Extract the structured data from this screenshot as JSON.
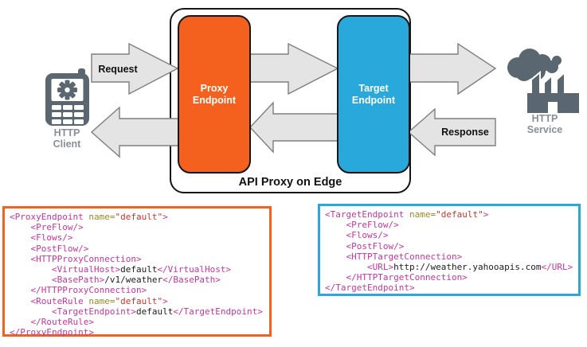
{
  "colors": {
    "proxy_orange": "#F4611E",
    "target_blue": "#29A8DC",
    "icon_slate": "#5A6670",
    "arrow_fill": "#E4E4E4",
    "arrow_stroke": "#7E7E7E",
    "icon_label_gray": "#8A8F96",
    "xml_tag": "#C8359E",
    "xml_attr_name": "#998A22",
    "xml_attr_value": "#C6392C"
  },
  "diagram": {
    "container_label": "API Proxy on Edge",
    "request_label": "Request",
    "response_label": "Response",
    "client": {
      "line1": "HTTP",
      "line2": "Client"
    },
    "service": {
      "line1": "HTTP",
      "line2": "Service"
    },
    "proxy_endpoint": {
      "line1": "Proxy",
      "line2": "Endpoint"
    },
    "target_endpoint": {
      "line1": "Target",
      "line2": "Endpoint"
    }
  },
  "code_boxes": [
    {
      "id": "proxy-endpoint-xml",
      "accent": "#F4611E",
      "lines": [
        [
          {
            "c": "tag",
            "t": "<ProxyEndpoint"
          },
          {
            "c": "attr",
            "t": " name="
          },
          {
            "c": "val",
            "t": "\"default\""
          },
          {
            "c": "tag",
            "t": ">"
          }
        ],
        [
          {
            "c": "tag",
            "t": "    <PreFlow/>"
          }
        ],
        [
          {
            "c": "tag",
            "t": "    <Flows/>"
          }
        ],
        [
          {
            "c": "tag",
            "t": "    <PostFlow/>"
          }
        ],
        [
          {
            "c": "tag",
            "t": "    <HTTPProxyConnection>"
          }
        ],
        [
          {
            "c": "tag",
            "t": "        <VirtualHost>"
          },
          {
            "c": "txt",
            "t": "default"
          },
          {
            "c": "tag",
            "t": "</VirtualHost>"
          }
        ],
        [
          {
            "c": "tag",
            "t": "        <BasePath>"
          },
          {
            "c": "txt",
            "t": "/v1/weather"
          },
          {
            "c": "tag",
            "t": "</BasePath>"
          }
        ],
        [
          {
            "c": "tag",
            "t": "    </HTTPProxyConnection>"
          }
        ],
        [
          {
            "c": "tag",
            "t": "    <RouteRule"
          },
          {
            "c": "attr",
            "t": " name="
          },
          {
            "c": "val",
            "t": "\"default\""
          },
          {
            "c": "tag",
            "t": ">"
          }
        ],
        [
          {
            "c": "tag",
            "t": "        <TargetEndpoint>"
          },
          {
            "c": "txt",
            "t": "default"
          },
          {
            "c": "tag",
            "t": "</TargetEndpoint>"
          }
        ],
        [
          {
            "c": "tag",
            "t": "    </RouteRule>"
          }
        ],
        [
          {
            "c": "tag",
            "t": "</ProxyEndpoint>"
          }
        ]
      ]
    },
    {
      "id": "target-endpoint-xml",
      "accent": "#29A8DC",
      "lines": [
        [
          {
            "c": "tag",
            "t": "<TargetEndpoint"
          },
          {
            "c": "attr",
            "t": " name="
          },
          {
            "c": "val",
            "t": "\"default\""
          },
          {
            "c": "tag",
            "t": ">"
          }
        ],
        [
          {
            "c": "tag",
            "t": "    <PreFlow/>"
          }
        ],
        [
          {
            "c": "tag",
            "t": "    <Flows/>"
          }
        ],
        [
          {
            "c": "tag",
            "t": "    <PostFlow/>"
          }
        ],
        [
          {
            "c": "tag",
            "t": "    <HTTPTargetConnection>"
          }
        ],
        [
          {
            "c": "tag",
            "t": "        <URL>"
          },
          {
            "c": "txt",
            "t": "http://weather.yahooapis.com"
          },
          {
            "c": "tag",
            "t": "</URL>"
          }
        ],
        [
          {
            "c": "tag",
            "t": "    </HTTPTargetConnection>"
          }
        ],
        [
          {
            "c": "tag",
            "t": "</TargetEndpoint>"
          }
        ]
      ]
    }
  ]
}
